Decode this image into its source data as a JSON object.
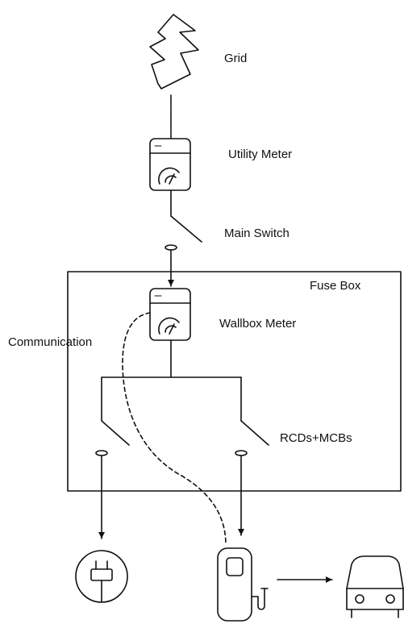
{
  "labels": {
    "grid": "Grid",
    "utility_meter": "Utility Meter",
    "main_switch": "Main Switch",
    "fuse_box": "Fuse Box",
    "wallbox_meter": "Wallbox Meter",
    "communication": "Communication",
    "rcds_mcbs": "RCDs+MCBs"
  },
  "icons": {
    "grid": "lightning-bolt-icon",
    "utility_meter": "meter-icon",
    "wallbox_meter": "meter-icon",
    "socket": "power-socket-icon",
    "charger": "ev-charger-icon",
    "car": "car-icon"
  },
  "colors": {
    "stroke": "#111111",
    "background": "#ffffff"
  }
}
